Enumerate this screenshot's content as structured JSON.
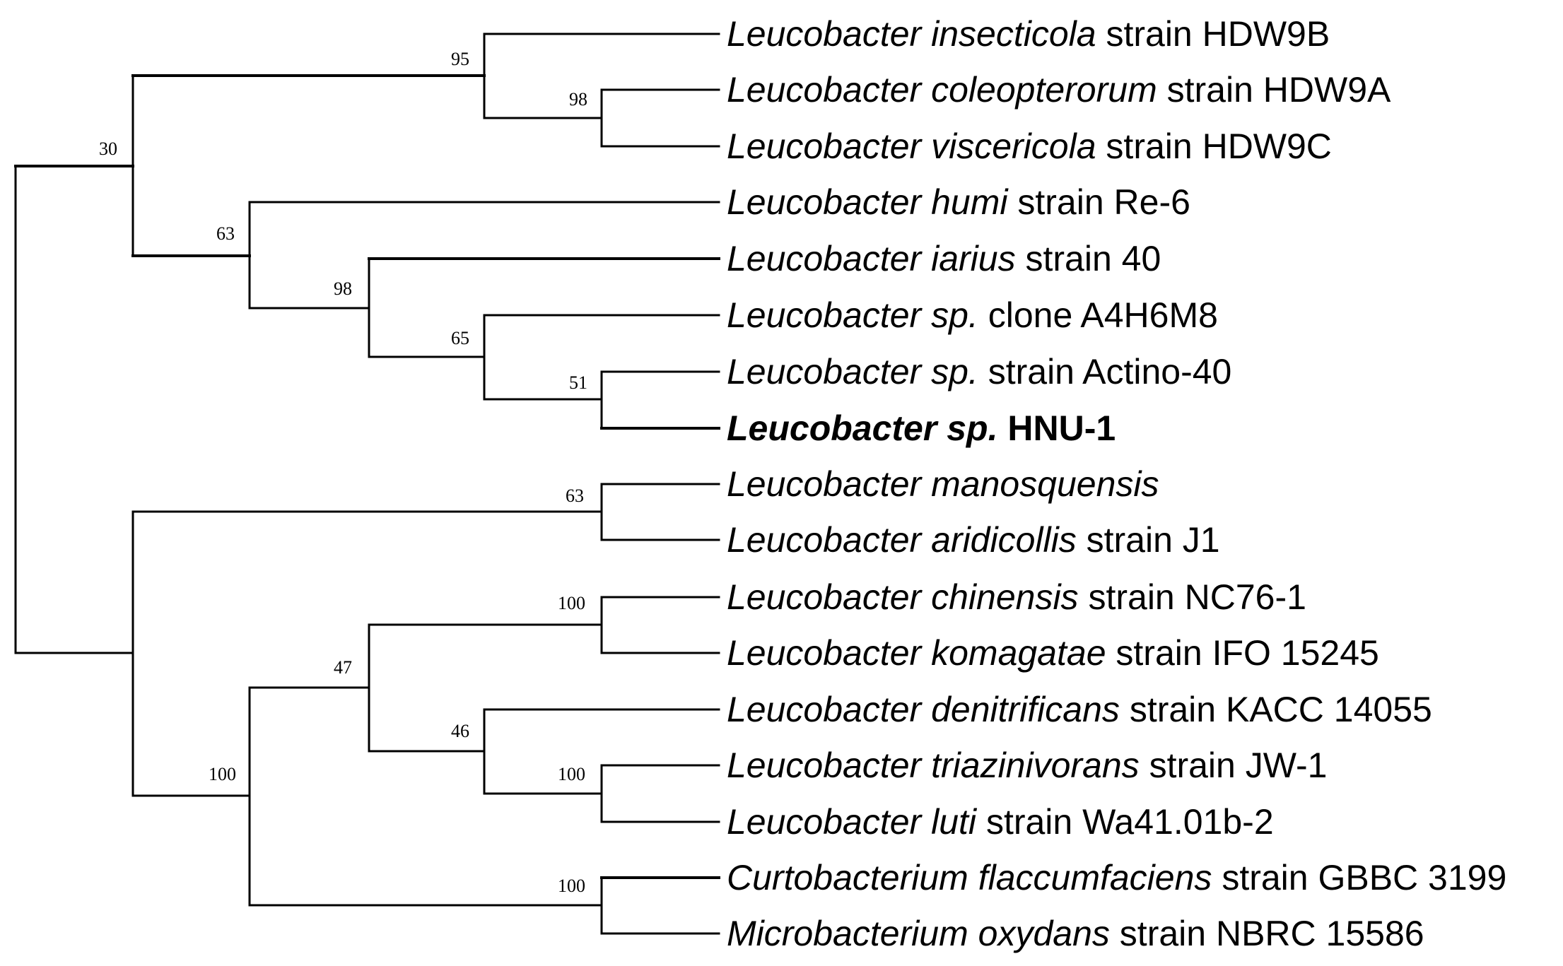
{
  "tree": {
    "highlight_color": "#000000",
    "leaves": [
      {
        "genus": "Leucobacter",
        "species": "insecticola",
        "suffix": "strain HDW9B",
        "bold": false
      },
      {
        "genus": "Leucobacter",
        "species": "coleopterorum",
        "suffix": "strain HDW9A",
        "bold": false
      },
      {
        "genus": "Leucobacter",
        "species": "viscericola",
        "suffix": "strain HDW9C",
        "bold": false
      },
      {
        "genus": "Leucobacter",
        "species": "humi",
        "suffix": "strain Re-6",
        "bold": false
      },
      {
        "genus": "Leucobacter",
        "species": "iarius",
        "suffix": "strain 40",
        "bold": false
      },
      {
        "genus": "Leucobacter",
        "species": "sp.",
        "suffix": "clone A4H6M8",
        "bold": false
      },
      {
        "genus": "Leucobacter",
        "species": "sp.",
        "suffix": "strain Actino-40",
        "bold": false
      },
      {
        "genus": "Leucobacter",
        "species": "sp.",
        "suffix": "HNU-1",
        "bold": true
      },
      {
        "genus": "Leucobacter",
        "species": "manosquensis",
        "suffix": "",
        "bold": false
      },
      {
        "genus": "Leucobacter",
        "species": "aridicollis",
        "suffix": "strain J1",
        "bold": false
      },
      {
        "genus": "Leucobacter",
        "species": "chinensis",
        "suffix": "strain NC76-1",
        "bold": false
      },
      {
        "genus": "Leucobacter",
        "species": "komagatae",
        "suffix": "strain IFO 15245",
        "bold": false
      },
      {
        "genus": "Leucobacter",
        "species": "denitrificans",
        "suffix": "strain KACC 14055",
        "bold": false
      },
      {
        "genus": "Leucobacter",
        "species": "triazinivorans",
        "suffix": "strain JW-1",
        "bold": false
      },
      {
        "genus": "Leucobacter",
        "species": "luti",
        "suffix": "strain Wa41.01b-2",
        "bold": false
      },
      {
        "genus": "Curtobacterium",
        "species": "flaccumfaciens",
        "suffix": "strain GBBC 3199",
        "bold": false
      },
      {
        "genus": "Microbacterium",
        "species": "oxydans",
        "suffix": "strain NBRC 15586",
        "bold": false
      }
    ],
    "bootstrap": {
      "insecticola_coleo_visc": "95",
      "coleo_visc": "98",
      "upper_clade": "30",
      "humi_clade": "63",
      "iarius_clade": "98",
      "sp_clade": "65",
      "actino_hnu": "51",
      "manosq_aridi": "63",
      "chin_koma": "100",
      "chin_to_luti": "47",
      "denit_to_luti": "46",
      "triaz_luti": "100",
      "lower_clade": "100",
      "curto_micro": "100"
    }
  }
}
